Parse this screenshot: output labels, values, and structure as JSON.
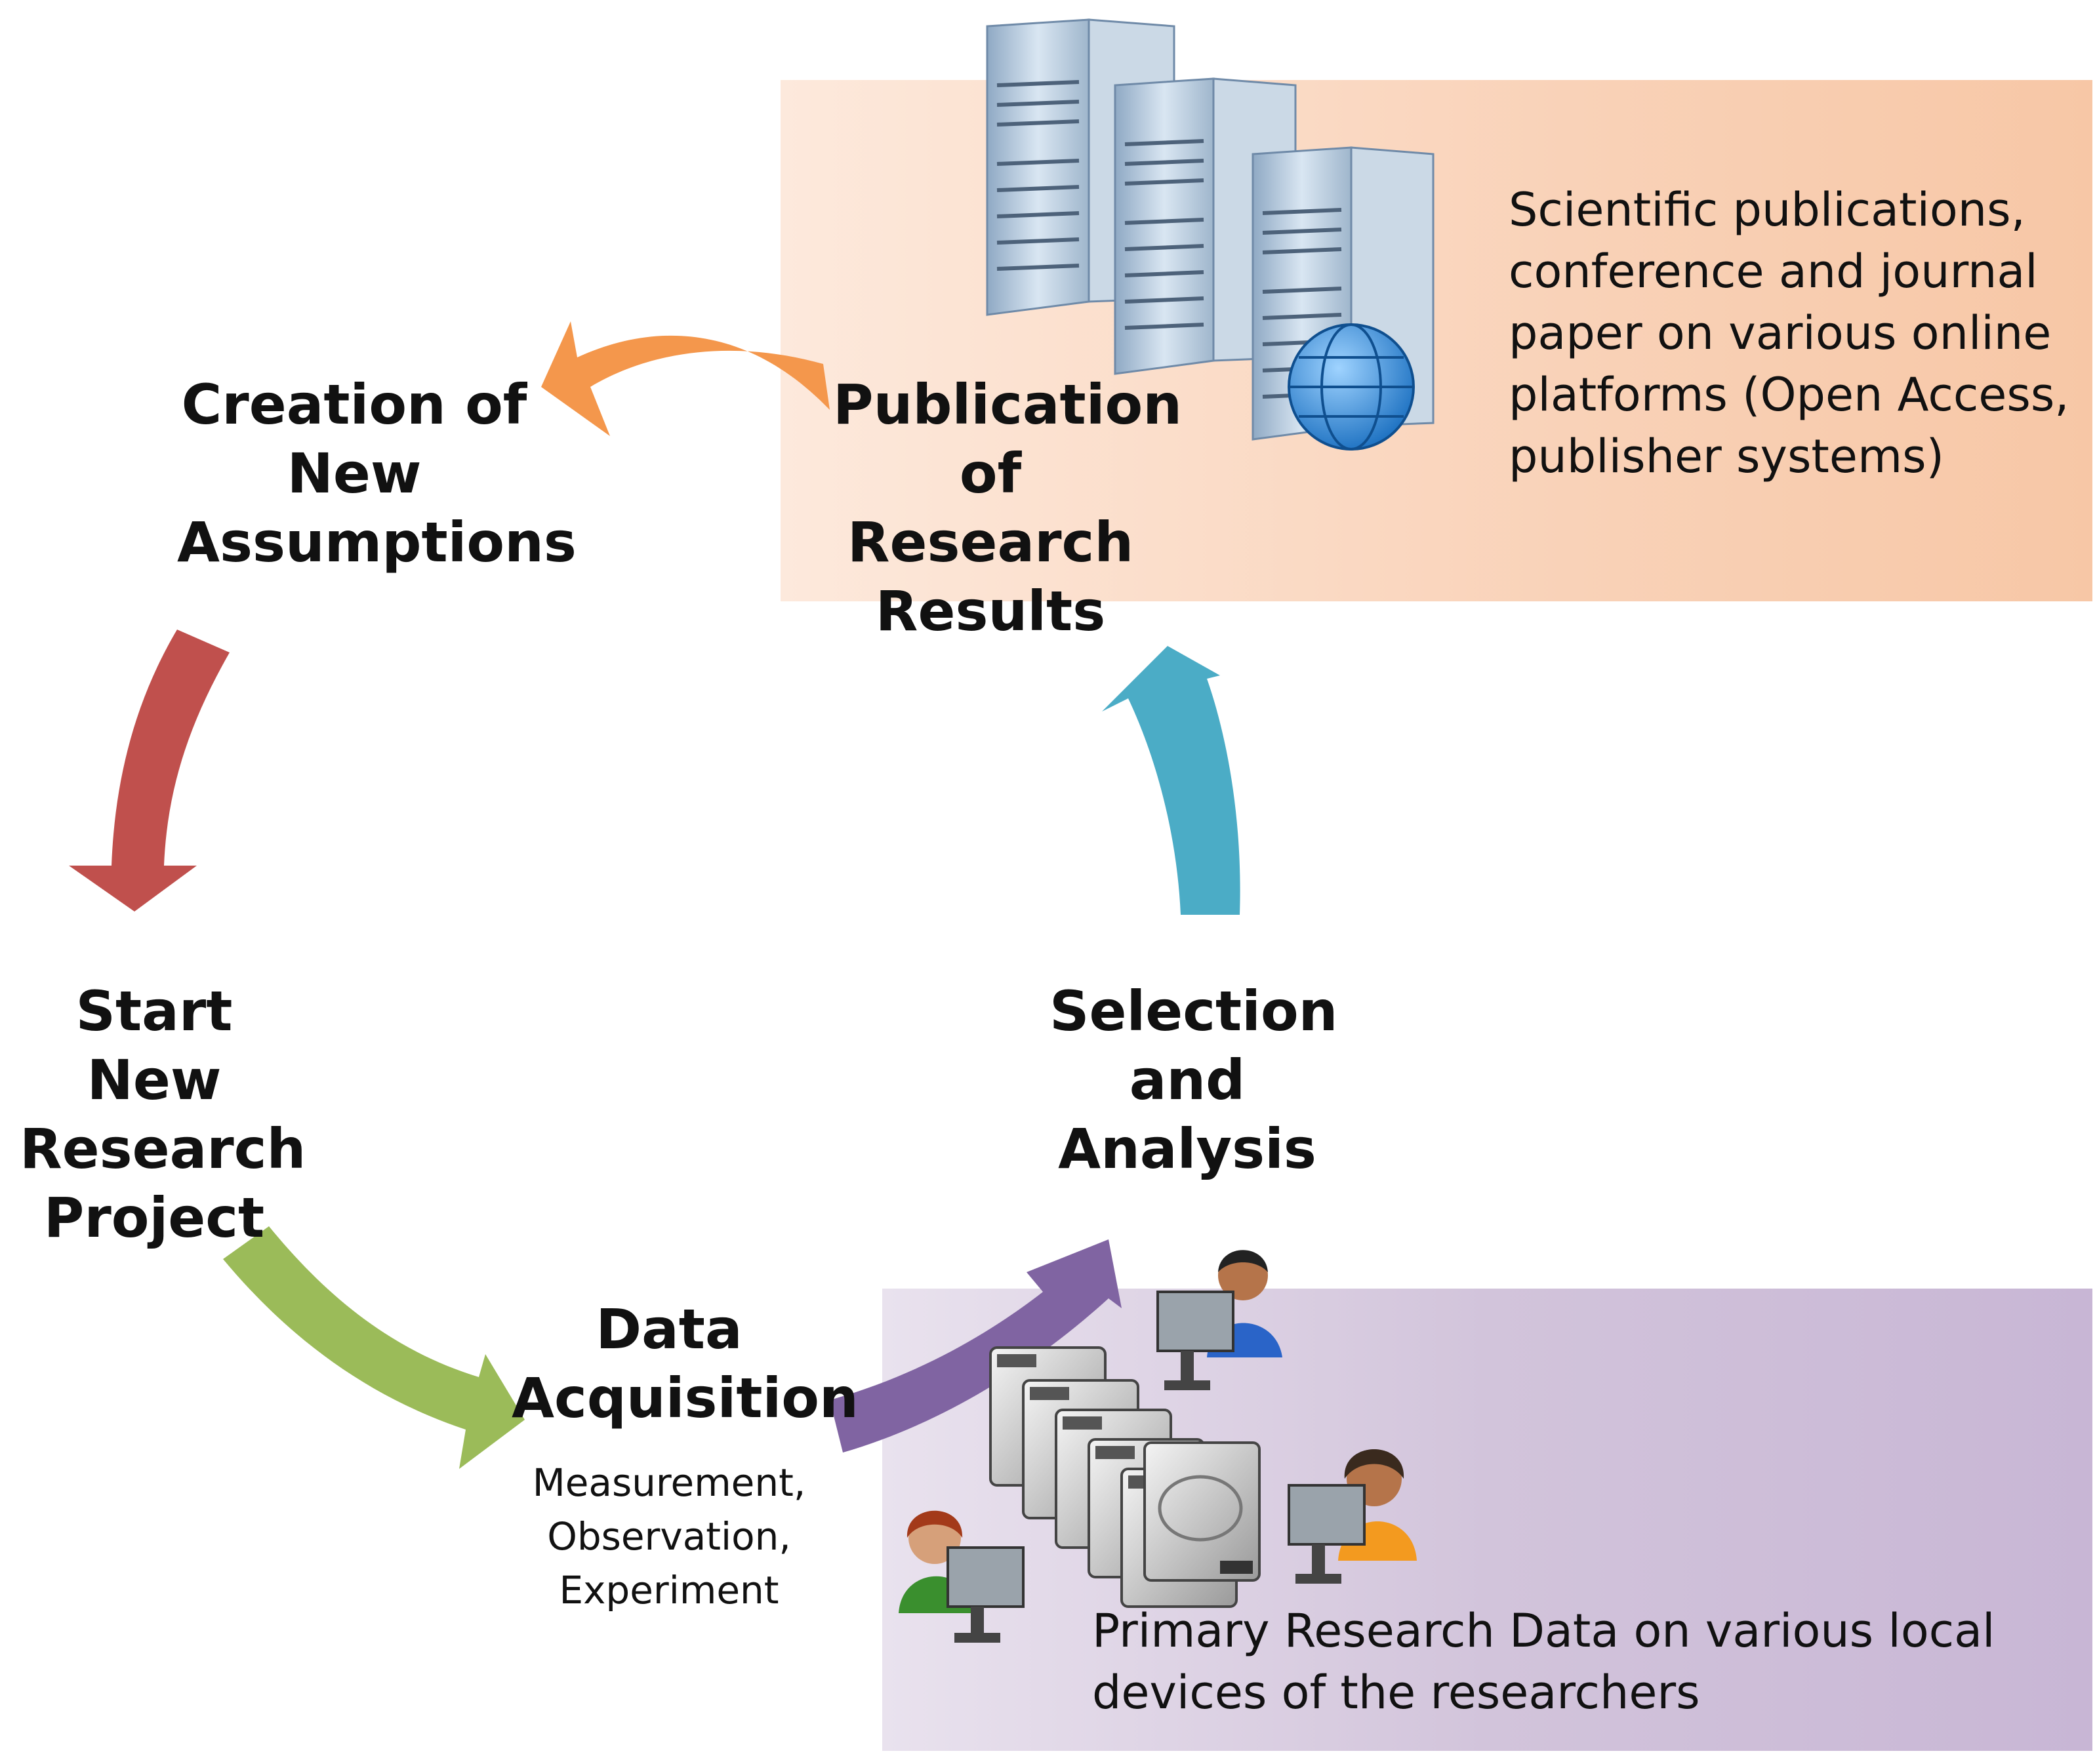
{
  "steps": {
    "creation": "Creation of New Assumptions",
    "publication": "Publication of Research Results",
    "start": "Start New Research Project",
    "selection": "Selection and Analysis",
    "acquisition": "Data Acquisition",
    "acquisition_sub": "Measurement, Observation, Experiment"
  },
  "panels": {
    "publication_desc": "Scientific publications, conference and journal paper on various online platforms (Open Access, publisher systems)",
    "data_desc": "Primary Research Data on various local devices of the researchers"
  },
  "colors": {
    "arrow_orange": "#f4974c",
    "arrow_red": "#c0504d",
    "arrow_green": "#9bbb59",
    "arrow_purple": "#8064a2",
    "arrow_blue": "#4bacc6"
  },
  "icons": [
    "server-icon",
    "globe-icon",
    "hard-drive-icon",
    "researcher-computer-icon"
  ]
}
